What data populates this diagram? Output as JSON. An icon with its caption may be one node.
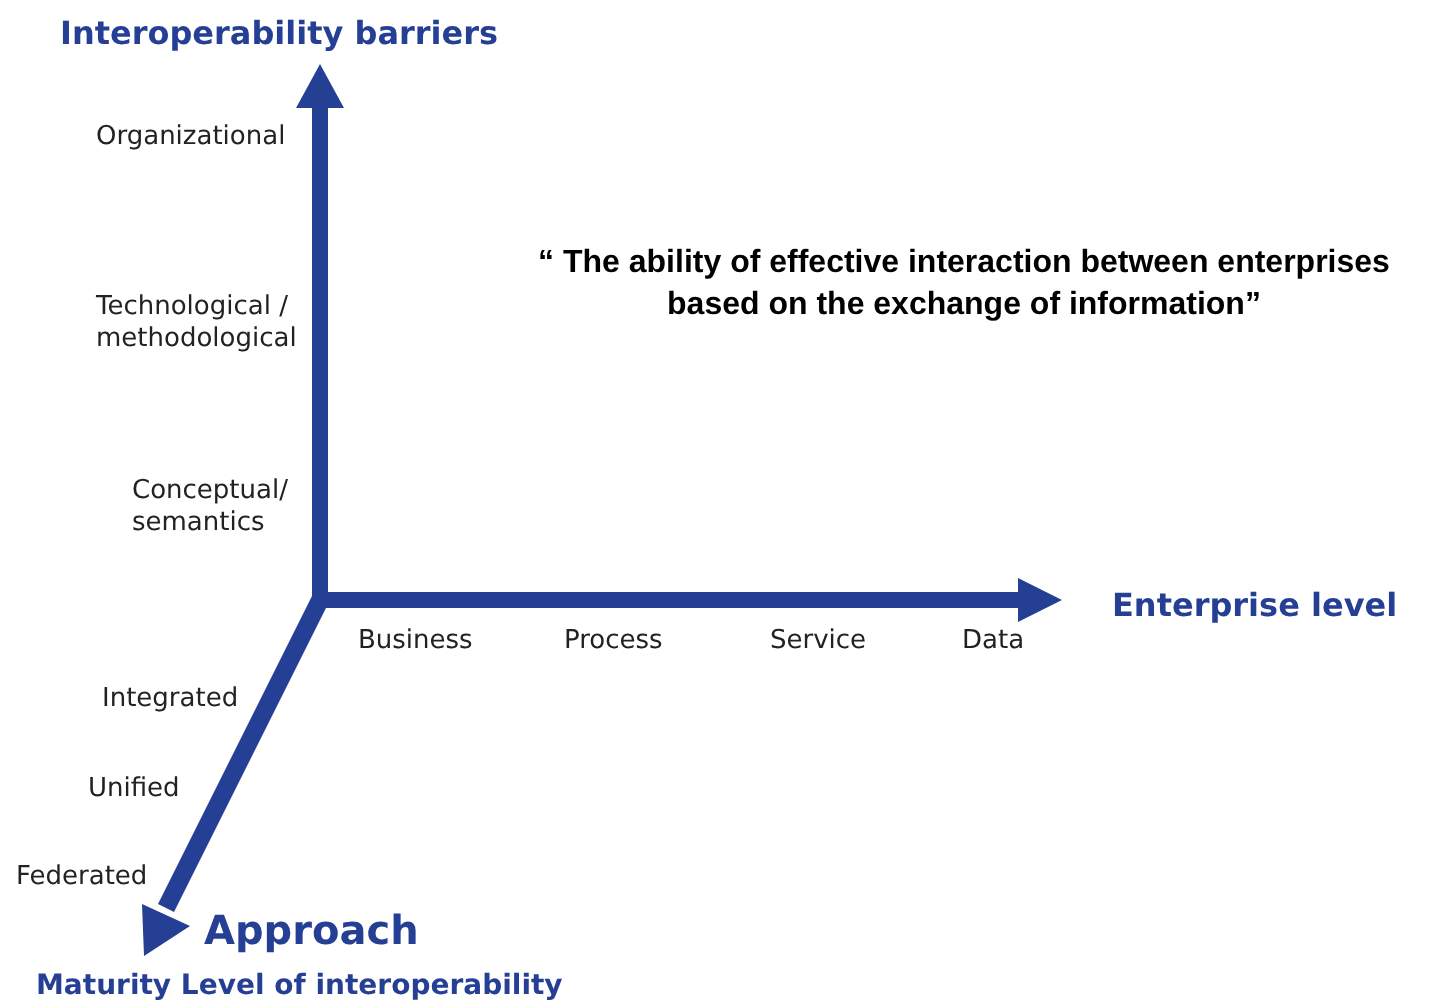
{
  "diagram": {
    "labels": [
      "Interoperability barriers",
      "Organizational",
      "“ The ability of effective interaction between enterprises based on the exchange of information”",
      "Technological / methodological",
      "Conceptual/ semantics",
      "Enterprise level",
      "Business",
      "Process",
      "Service",
      "Data",
      "Integrated",
      "Unified",
      "Federated",
      "Approach",
      "Maturity Level of interoperability"
    ]
  }
}
